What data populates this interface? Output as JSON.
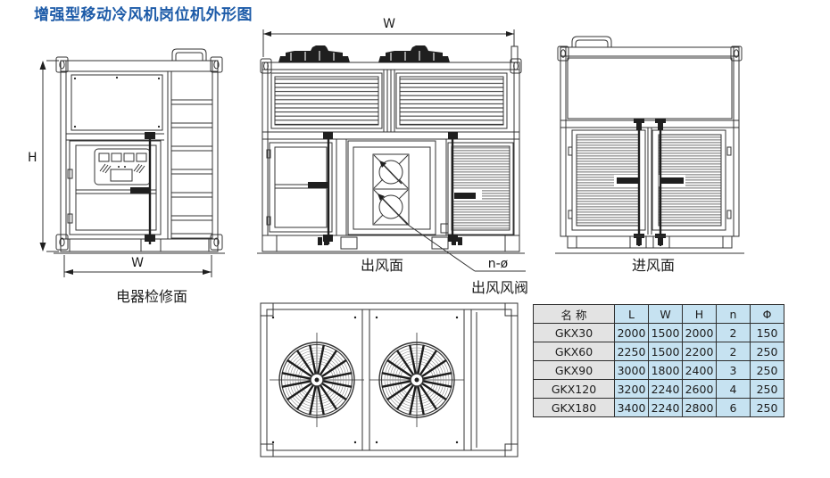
{
  "page": {
    "title": "增强型移动冷风机岗位机外形图"
  },
  "views": {
    "left": {
      "label": "电器检修面",
      "dim_height": "H",
      "dim_width": "W"
    },
    "outlet": {
      "label": "出风面",
      "dim_width": "W",
      "callout_spec": "n-ø",
      "callout_name": "出风风阀"
    },
    "inlet": {
      "label": "进风面"
    }
  },
  "spec_table": {
    "headers": [
      "名 称",
      "L",
      "W",
      "H",
      "n",
      "Φ"
    ],
    "rows": [
      [
        "GKX30",
        "2000",
        "1500",
        "2000",
        "2",
        "150"
      ],
      [
        "GKX60",
        "2250",
        "1500",
        "2200",
        "2",
        "250"
      ],
      [
        "GKX90",
        "3000",
        "1800",
        "2400",
        "3",
        "250"
      ],
      [
        "GKX120",
        "3200",
        "2240",
        "2600",
        "4",
        "250"
      ],
      [
        "GKX180",
        "3400",
        "2240",
        "2800",
        "6",
        "250"
      ]
    ]
  },
  "colors": {
    "title": "#1d5ba8",
    "table_name_bg": "#e3e3e3",
    "table_value_bg": "#c6e2f1",
    "line": "#333333"
  }
}
